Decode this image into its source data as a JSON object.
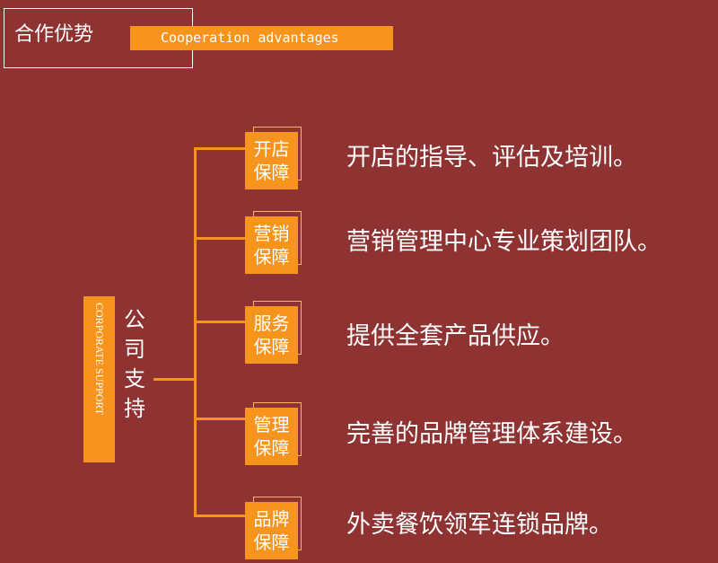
{
  "header": {
    "title": "合作优势",
    "subtitle": "Cooperation advantages"
  },
  "root": {
    "english_label": "CORPORATE SUPPORT",
    "label": "公司支持"
  },
  "items": [
    {
      "tag_line1": "开店",
      "tag_line2": "保障",
      "description": "开店的指导、评估及培训。"
    },
    {
      "tag_line1": "营销",
      "tag_line2": "保障",
      "description": "营销管理中心专业策划团队。"
    },
    {
      "tag_line1": "服务",
      "tag_line2": "保障",
      "description": "提供全套产品供应。"
    },
    {
      "tag_line1": "管理",
      "tag_line2": "保障",
      "description": "完善的品牌管理体系建设。"
    },
    {
      "tag_line1": "品牌",
      "tag_line2": "保障",
      "description": "外卖餐饮领军连锁品牌。"
    }
  ],
  "colors": {
    "background": "#8e3232",
    "accent": "#f7941e",
    "text": "#ffffff"
  }
}
